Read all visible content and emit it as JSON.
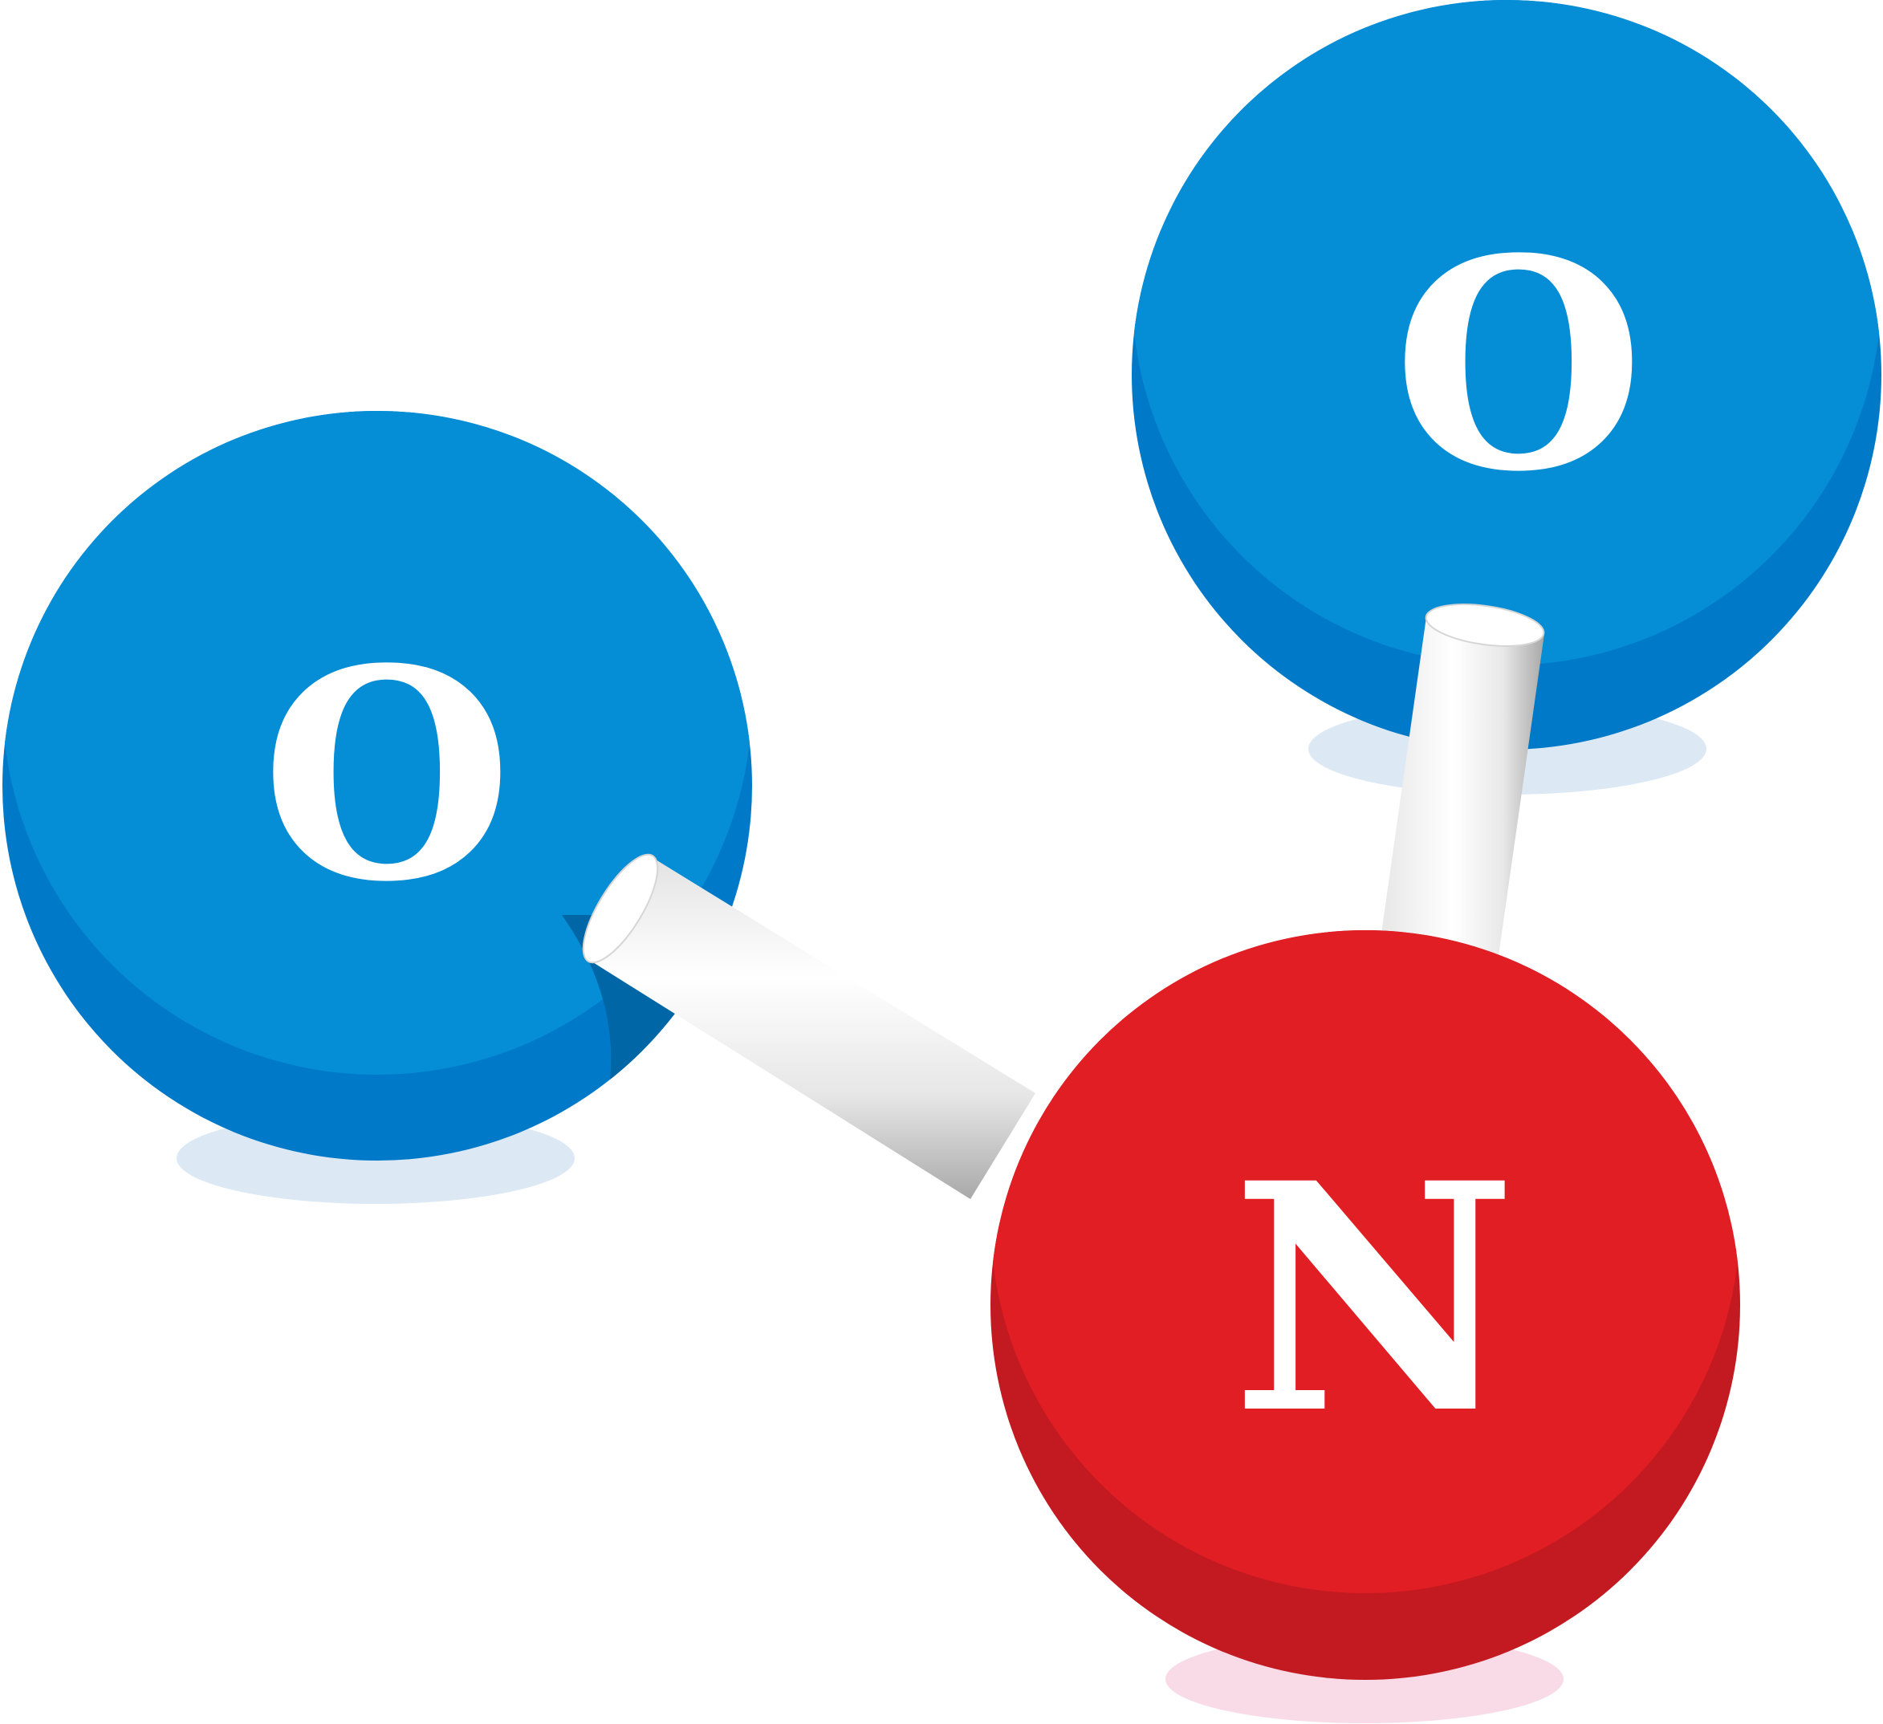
{
  "molecule": {
    "atoms": [
      {
        "id": "oxygen-left",
        "symbol": "O",
        "color": "#058dd6",
        "shade": "#007ac8",
        "shadow": "#dce9f5"
      },
      {
        "id": "oxygen-right",
        "symbol": "O",
        "color": "#058dd6",
        "shade": "#007ac8",
        "shadow": "#dce9f5"
      },
      {
        "id": "nitrogen",
        "symbol": "N",
        "color": "#e11e23",
        "shade": "#c31a21",
        "shadow": "#f8dbe6"
      }
    ],
    "bonds": [
      {
        "from": "nitrogen",
        "to": "oxygen-left"
      },
      {
        "from": "nitrogen",
        "to": "oxygen-right"
      }
    ],
    "bond_color": "#ffffff"
  }
}
